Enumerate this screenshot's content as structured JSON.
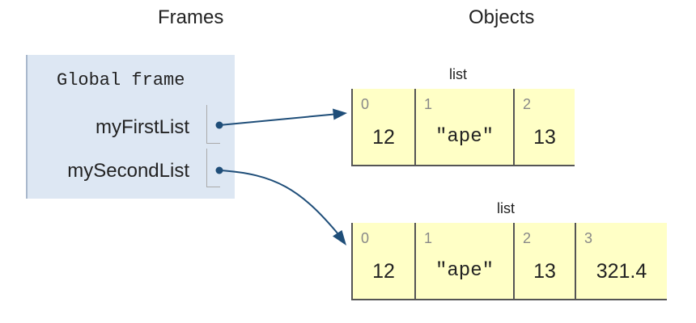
{
  "headers": {
    "frames": "Frames",
    "objects": "Objects"
  },
  "global_frame": {
    "title": "Global frame",
    "variables": [
      {
        "name": "myFirstList"
      },
      {
        "name": "mySecondList"
      }
    ]
  },
  "objects": [
    {
      "type_label": "list",
      "cells": [
        {
          "index": "0",
          "value": "12"
        },
        {
          "index": "1",
          "value": "\"ape\""
        },
        {
          "index": "2",
          "value": "13"
        }
      ]
    },
    {
      "type_label": "list",
      "cells": [
        {
          "index": "0",
          "value": "12"
        },
        {
          "index": "1",
          "value": "\"ape\""
        },
        {
          "index": "2",
          "value": "13"
        },
        {
          "index": "3",
          "value": "321.4"
        }
      ]
    }
  ],
  "colors": {
    "frame_background": "#dde7f3",
    "list_background": "#ffffc6",
    "arrow": "#1f4e79"
  }
}
